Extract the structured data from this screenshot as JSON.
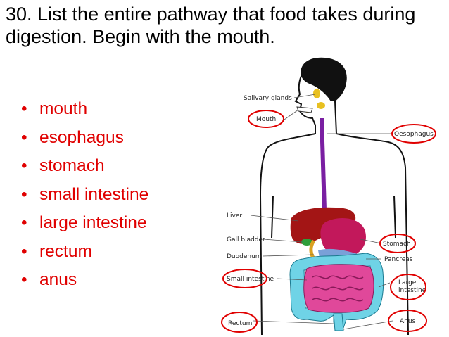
{
  "question": "30. List the entire pathway that food takes during digestion. Begin with the mouth.",
  "pathway": [
    "mouth",
    "esophagus",
    "stomach",
    "small intestine",
    "large intestine",
    "rectum",
    "anus"
  ],
  "diagram": {
    "labels": {
      "salivary_glands": "Salivary glands",
      "mouth": "Mouth",
      "esophagus": "Oesophagus",
      "liver": "Liver",
      "gall_bladder": "Gall bladder",
      "stomach": "Stomach",
      "duodenum": "Duodenum",
      "pancreas": "Pancreas",
      "small_intestine": "Small intestine",
      "large_intestine_1": "Large",
      "large_intestine_2": "intestine",
      "rectum": "Rectum",
      "anus": "Anus"
    },
    "colors": {
      "highlight": "#e00000",
      "liver": "#a31515",
      "stomach": "#c2185b",
      "esophagus": "#7a1fa2",
      "small_intestine": "#e0489a",
      "large_intestine": "#6fd3e6",
      "gall_bladder": "#2e9e3a",
      "pancreas": "#7aa0d8",
      "salivary": "#e8c020"
    }
  }
}
